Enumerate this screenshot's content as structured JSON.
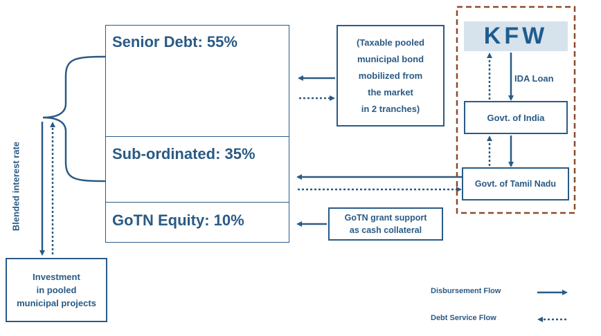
{
  "colors": {
    "primary": "#2a5a85",
    "frame": "#8b4a2b",
    "kfw_bg": "#d6e2ec"
  },
  "structure": {
    "senior_debt": "Senior Debt: 55%",
    "subordinated": "Sub-ordinated: 35%",
    "equity": "GoTN Equity: 10%"
  },
  "bond_note": [
    "(Taxable pooled",
    "municipal  bond",
    "mobilized from",
    "the market",
    "in 2 tranches)"
  ],
  "grant_note": [
    "GoTN grant support",
    "as cash collateral"
  ],
  "kfw_logo": "KFW",
  "ida_loan": "IDA Loan",
  "govt_india": "Govt. of India",
  "govt_tn": "Govt. of Tamil Nadu",
  "blended_rate": "Blended interest rate",
  "investment": [
    "Investment",
    "in pooled",
    "municipal projects"
  ],
  "legend": {
    "disbursement": "Disbursement Flow",
    "debt_service": "Debt Service Flow"
  }
}
